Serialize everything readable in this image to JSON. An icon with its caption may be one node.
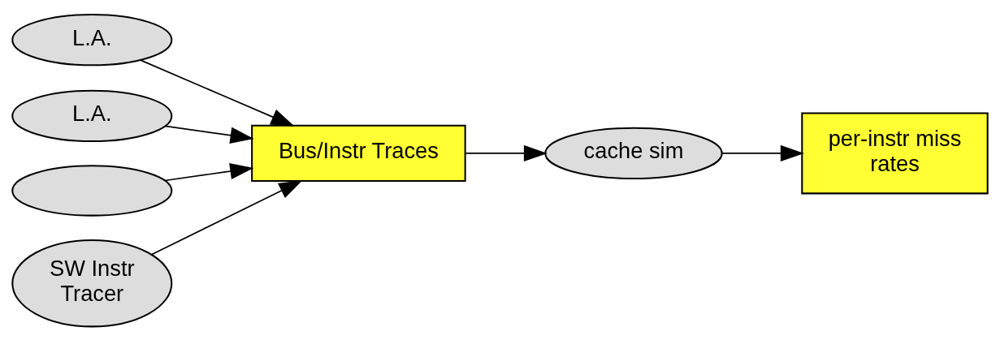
{
  "diagram": {
    "nodes": [
      {
        "text": [
          "L.A."
        ]
      },
      {
        "text": [
          "L.A."
        ]
      },
      {
        "text": [],
        "shape": "ellipse"
      },
      {
        "text": [
          "SW Instr Tracer"
        ]
      },
      {
        "text": [
          "Bus/Instr Traces"
        ]
      },
      {
        "text": [
          "cache sim"
        ]
      },
      {
        "text": [
          "per-instr miss rates"
        ]
      }
    ],
    "edges": [
      {
        "from": 0,
        "to": 4,
        "arrow": "to"
      },
      {
        "from": 1,
        "to": 4,
        "arrow": "to"
      },
      {
        "from": 2,
        "to": 4,
        "arrow": "to"
      },
      {
        "from": 3,
        "to": 4,
        "arrow": "to"
      },
      {
        "from": 4,
        "to": 5,
        "arrow": "to"
      },
      {
        "from": 5,
        "to": 6,
        "arrow": "to"
      }
    ]
  }
}
